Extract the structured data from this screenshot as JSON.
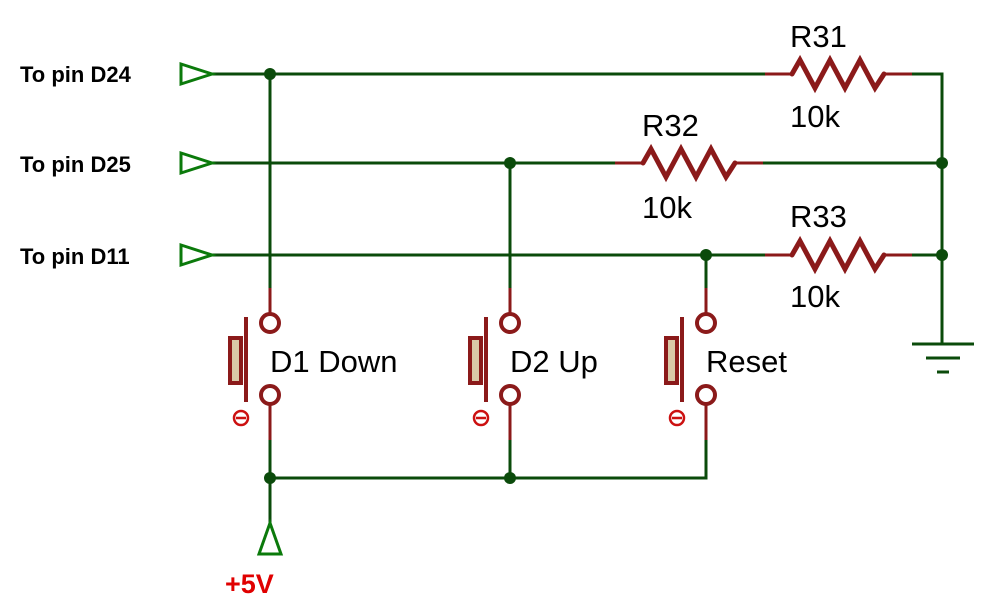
{
  "inputs": [
    {
      "label": "To pin D24"
    },
    {
      "label": "To pin D25"
    },
    {
      "label": "To pin D11"
    }
  ],
  "resistors": [
    {
      "ref": "R31",
      "value": "10k"
    },
    {
      "ref": "R32",
      "value": "10k"
    },
    {
      "ref": "R33",
      "value": "10k"
    }
  ],
  "buttons": [
    {
      "label": "D1 Down"
    },
    {
      "label": "D2 Up"
    },
    {
      "label": "Reset"
    }
  ],
  "power": {
    "label": "+5V",
    "color": "#e00000"
  },
  "colors": {
    "wire": "#0b4b0b",
    "component": "#8b1a1a",
    "terminal": "#0b7a0b"
  }
}
